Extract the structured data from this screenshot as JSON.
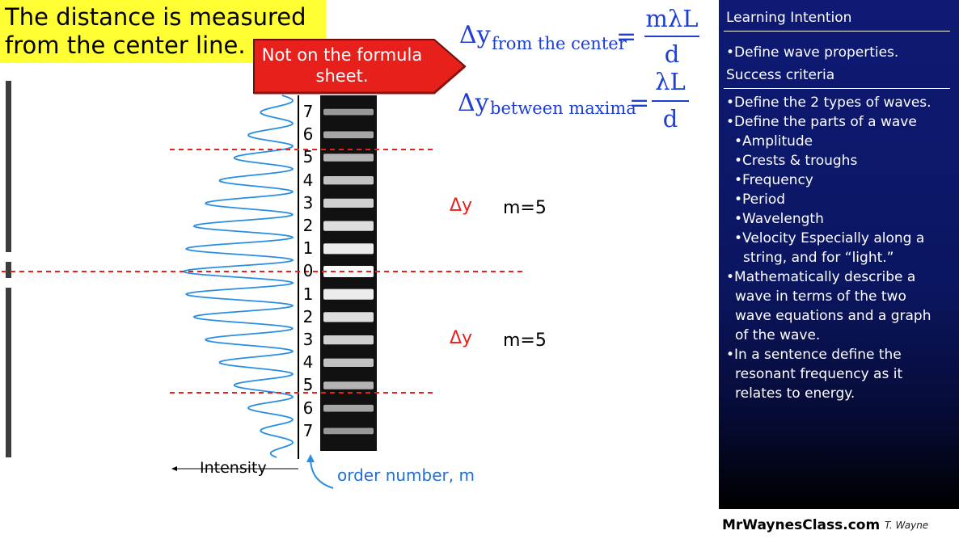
{
  "header": {
    "line1": "The distance is measured",
    "line2": "from the center line."
  },
  "callout": {
    "line1": "Not on the formula",
    "line2": "sheet."
  },
  "formulas": {
    "delta": "Δy",
    "center_subscript": "from the center",
    "center_numerator": "mλL",
    "center_denominator": "d",
    "maxima_subscript": "between maxima",
    "maxima_numerator": "λL",
    "maxima_denominator": "d",
    "equals": "="
  },
  "annotations": {
    "upper_delta": "Δy",
    "upper_m": "m=5",
    "lower_delta": "Δy",
    "lower_m": "m=5",
    "intensity_label": "Intensity",
    "order_label": "order number, m"
  },
  "order_numbers": [
    "7",
    "6",
    "5",
    "4",
    "3",
    "2",
    "1",
    "0",
    "1",
    "2",
    "3",
    "4",
    "5",
    "6",
    "7"
  ],
  "panel": {
    "learning_intention_title": "Learning Intention",
    "learning_intention_item": "•Define wave properties.",
    "success_criteria_title": "Success criteria",
    "items": [
      "•Define the 2 types of waves.",
      "•Define the parts of a wave",
      "•Amplitude",
      "•Crests & troughs",
      "•Frequency",
      "•Period",
      "•Wavelength",
      "•Velocity Especially along a",
      "string, and for “light.”",
      "•Mathematically describe a",
      "wave in terms of the two",
      "wave equations and a graph",
      "of the wave.",
      "•In a sentence define the",
      "resonant frequency as it",
      "relates to energy."
    ]
  },
  "footer": {
    "brand": "MrWaynesClass.com",
    "author": "T. Wayne"
  },
  "colors": {
    "header_bg": "#ffff33",
    "callout_red": "#e8201b",
    "formula_blue": "#1f3fd1",
    "intensity_curve": "#2a8ee0",
    "dashed_line": "#e8201b",
    "panel_navy": "#0e1a74"
  }
}
